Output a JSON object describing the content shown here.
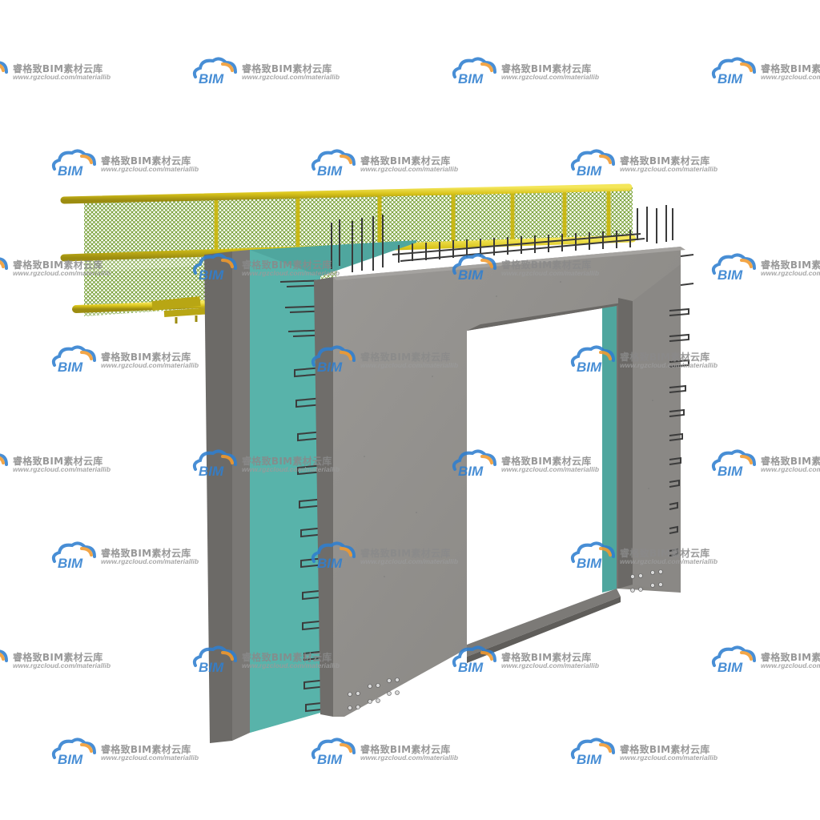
{
  "watermark": {
    "logo_text": "BIM",
    "brand": "睿格致BIM素材云库",
    "url": "www.rgzcloud.com/materiallib"
  },
  "colors": {
    "background": "#ffffff",
    "concrete": "#8f8d8a",
    "concrete_dark": "#5f5d5a",
    "insulation": "#4fa69e",
    "railing": "#e0d020",
    "mesh": "#6f9a2a",
    "rebar": "#3c3c3c",
    "logo_blue": "#2f7fd0",
    "logo_orange": "#f29a2e"
  },
  "icons": [
    "bim-cloud-logo-icon"
  ]
}
